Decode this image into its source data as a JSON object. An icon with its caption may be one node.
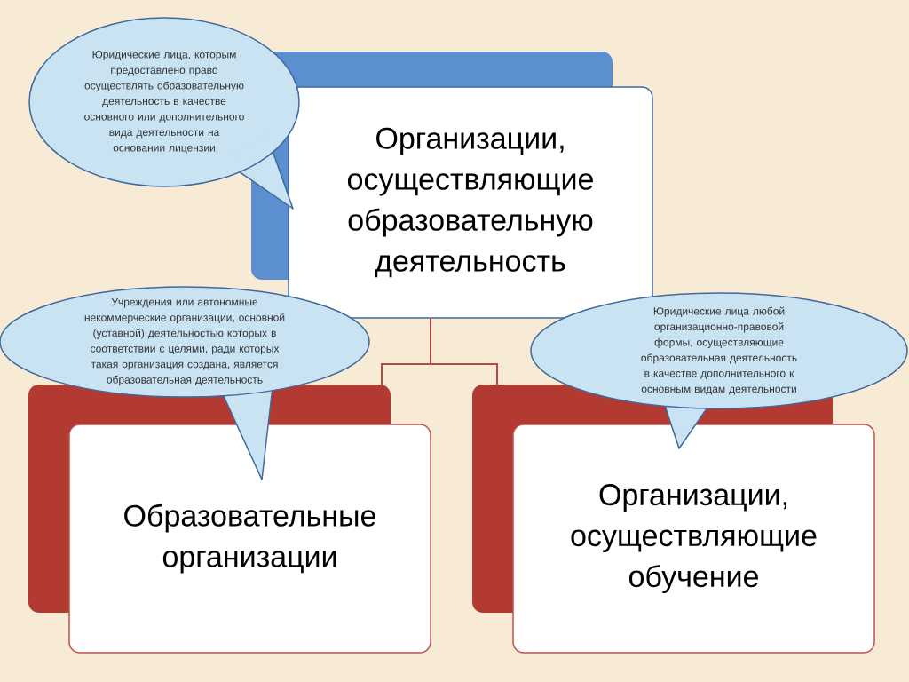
{
  "diagram": {
    "nodes": [
      {
        "text": [
          "Организации, осуществляющие образовательную деятельность"
        ]
      },
      {
        "text": [
          "Образовательные организации"
        ]
      },
      {
        "text": [
          "Организации, осуществляющие обучение"
        ]
      },
      {
        "text": [
          "Юридические лица, которым предоставлено право осуществлять образовательную деятельность в качестве основного или дополнительного вида деятельности на основании лицензии"
        ]
      },
      {
        "text": [
          "Учреждения или автономные некоммерческие организации, основной (уставной) деятельностью которых в соответствии с целями, ради которых такая организация создана, является образовательная деятельность"
        ]
      },
      {
        "text": [
          "Юридические лица любой организационно-правовой формы, осуществляющие образовательная деятельность в  качестве дополнительного к основным видам деятельности"
        ]
      }
    ],
    "edges": [
      {
        "from": 0,
        "to": 1,
        "arrow": "none"
      },
      {
        "from": 0,
        "to": 2,
        "arrow": "none"
      }
    ]
  }
}
